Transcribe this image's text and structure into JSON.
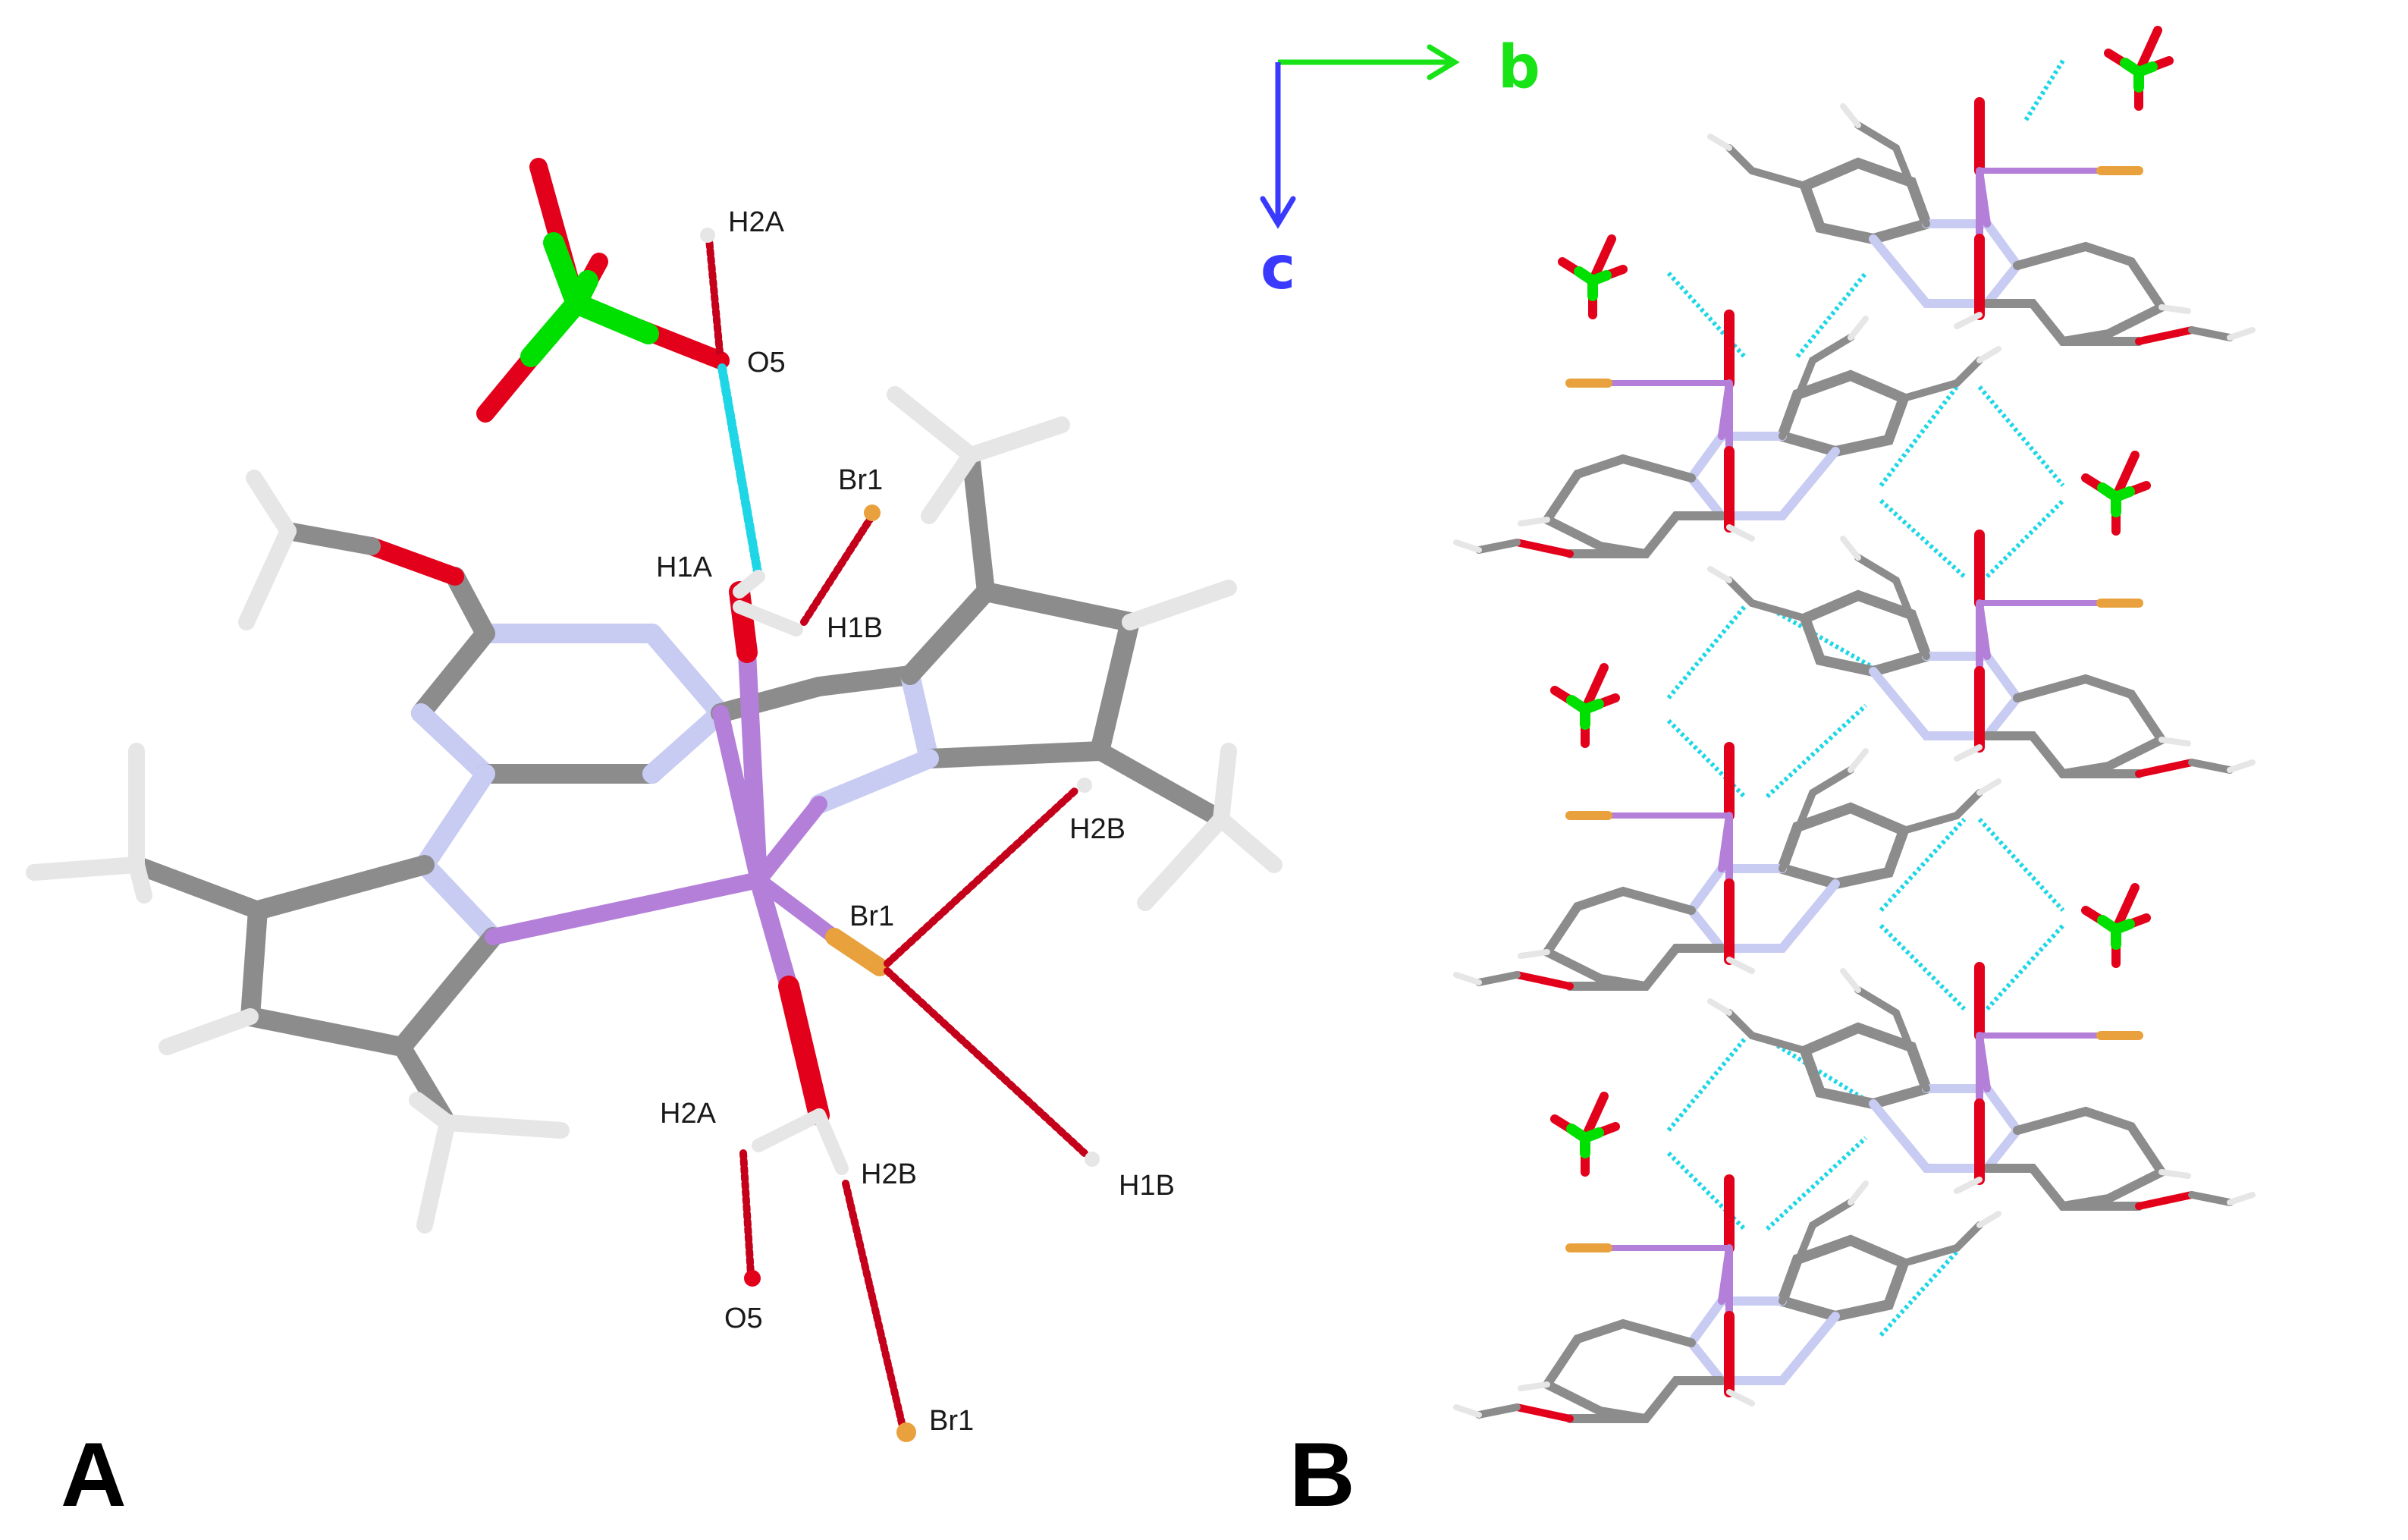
{
  "panels": {
    "a": {
      "letter": "A"
    },
    "b": {
      "letter": "B"
    }
  },
  "atom_labels": {
    "h2a_top": "H2A",
    "o5_top": "O5",
    "br1_top": "Br1",
    "h1a": "H1A",
    "h1b_top": "H1B",
    "h2b_mid": "H2B",
    "br1_mid": "Br1",
    "h2a_bottom": "H2A",
    "h2b_bottom": "H2B",
    "h1b_bottom": "H1B",
    "o5_bottom": "O5",
    "br1_bottom": "Br1"
  },
  "axes": {
    "horizontal": "b",
    "vertical": "c"
  },
  "colors": {
    "carbon": "#8c8c8c",
    "nitrogen": "#c8cbf2",
    "oxygen": "#e3001b",
    "hydrogen": "#e6e6e6",
    "bromine": "#e8a13c",
    "chlorine": "#00e000",
    "metal": "#b47fd8",
    "hbond_cyan": "#1fd6e6",
    "contact_red": "#d4001a",
    "axis_b": "#17e317",
    "axis_c": "#3a3aff"
  }
}
